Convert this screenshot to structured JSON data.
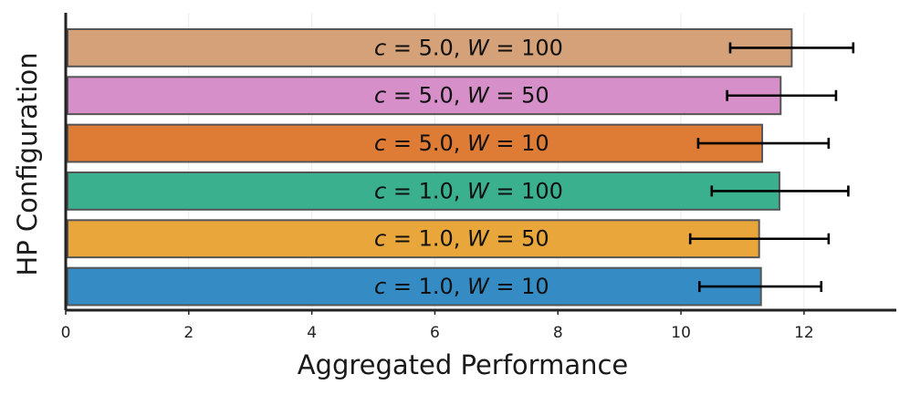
{
  "chart_data": {
    "type": "bar",
    "orientation": "horizontal",
    "xlabel": "Aggregated Performance",
    "ylabel": "HP Configuration",
    "xlim": [
      0,
      13.5
    ],
    "xticks": [
      0,
      2,
      4,
      6,
      8,
      10,
      12
    ],
    "grid": "vertical",
    "bars": [
      {
        "c": "5.0",
        "W": "100",
        "value": 11.8,
        "error_low": 10.8,
        "error_high": 12.8,
        "color": "#d4a178"
      },
      {
        "c": "5.0",
        "W": "50",
        "value": 11.62,
        "error_low": 10.75,
        "error_high": 12.52,
        "color": "#d68fc8"
      },
      {
        "c": "5.0",
        "W": "10",
        "value": 11.32,
        "error_low": 10.28,
        "error_high": 12.4,
        "color": "#de7b35"
      },
      {
        "c": "1.0",
        "W": "100",
        "value": 11.6,
        "error_low": 10.5,
        "error_high": 12.72,
        "color": "#3bb08f"
      },
      {
        "c": "1.0",
        "W": "50",
        "value": 11.27,
        "error_low": 10.15,
        "error_high": 12.4,
        "color": "#e9a63a"
      },
      {
        "c": "1.0",
        "W": "10",
        "value": 11.3,
        "error_low": 10.3,
        "error_high": 12.28,
        "color": "#358cc4"
      }
    ]
  }
}
